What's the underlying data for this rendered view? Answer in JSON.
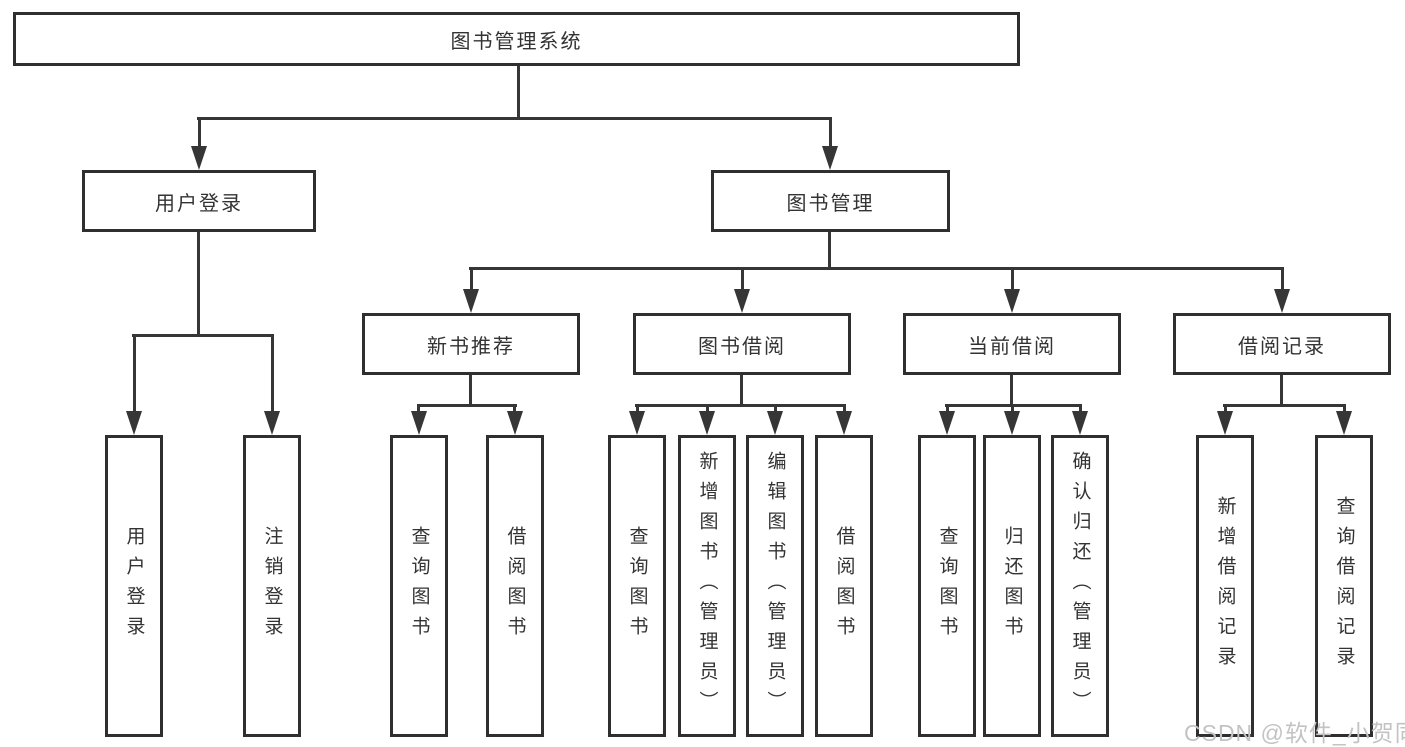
{
  "diagram": {
    "title": "图书管理系统",
    "root": {
      "label": "图书管理系统"
    },
    "branches": [
      {
        "label": "用户登录",
        "children": [
          {
            "label": "用户登录"
          },
          {
            "label": "注销登录"
          }
        ]
      },
      {
        "label": "图书管理",
        "children": [
          {
            "label": "新书推荐",
            "children": [
              {
                "label": "查询图书"
              },
              {
                "label": "借阅图书"
              }
            ]
          },
          {
            "label": "图书借阅",
            "children": [
              {
                "label": "查询图书"
              },
              {
                "label": "新增图书（管理员）"
              },
              {
                "label": "编辑图书（管理员）"
              },
              {
                "label": "借阅图书"
              }
            ]
          },
          {
            "label": "当前借阅",
            "children": [
              {
                "label": "查询图书"
              },
              {
                "label": "归还图书"
              },
              {
                "label": "确认归还（管理员）"
              }
            ]
          },
          {
            "label": "借阅记录",
            "children": [
              {
                "label": "新增借阅记录"
              },
              {
                "label": "查询借阅记录"
              }
            ]
          }
        ]
      }
    ],
    "colors": {
      "line": "#363636",
      "border": "#2f2f2f",
      "text": "#333333",
      "background": "#ffffff",
      "watermark": "#c3c3c3"
    }
  },
  "watermark": {
    "text": "CSDN @软件_小贺同学"
  }
}
